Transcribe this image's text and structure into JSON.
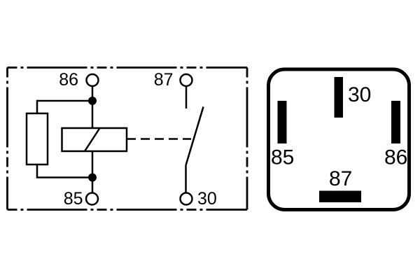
{
  "colors": {
    "background": "#ffffff",
    "line": "#000000",
    "pin_fill": "#000000"
  },
  "schematic": {
    "terminal_86": "86",
    "terminal_87": "87",
    "terminal_85": "85",
    "terminal_30": "30"
  },
  "pinout": {
    "pin_30": "30",
    "pin_85": "85",
    "pin_86": "86",
    "pin_87": "87"
  }
}
